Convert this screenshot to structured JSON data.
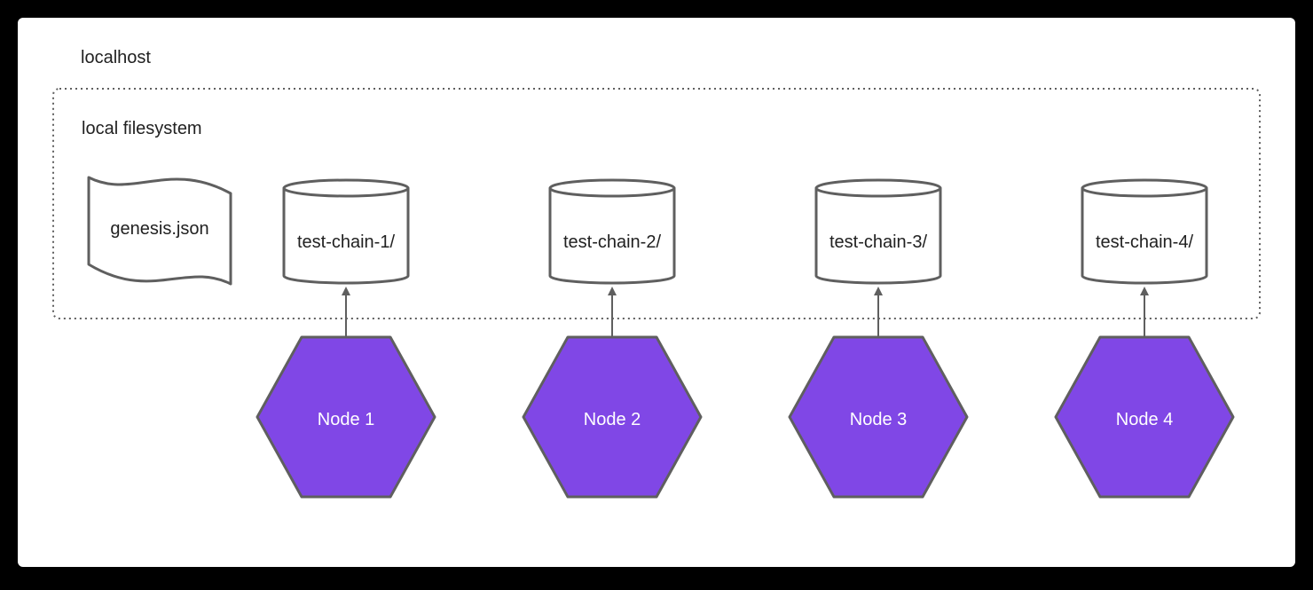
{
  "host": {
    "label": "localhost"
  },
  "filesystem": {
    "label": "local filesystem",
    "genesis_file": "genesis.json",
    "chain_dirs": [
      "test-chain-1/",
      "test-chain-2/",
      "test-chain-3/",
      "test-chain-4/"
    ]
  },
  "nodes": [
    "Node 1",
    "Node 2",
    "Node 3",
    "Node 4"
  ],
  "colors": {
    "background": "#000000",
    "panel": "#ffffff",
    "stroke": "#5f5f5f",
    "node_fill": "#8047e6",
    "node_text": "#ffffff",
    "label_text": "#212121"
  }
}
